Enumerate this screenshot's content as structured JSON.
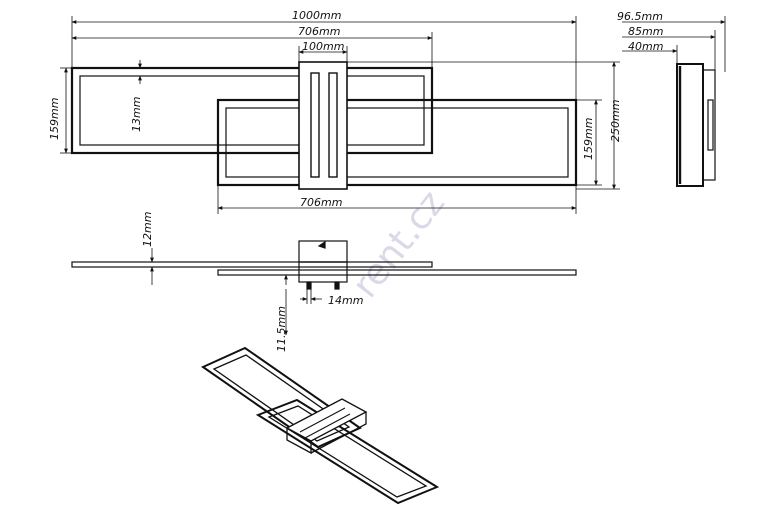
{
  "dimensions": {
    "total_width": "1000mm",
    "bar_width_top": "706mm",
    "mount_width": "100mm",
    "bar_width_bottom": "706mm",
    "frame_height": "159mm",
    "frame_height_right": "159mm",
    "frame_thickness": "13mm",
    "overall_height": "250mm",
    "side_depth_total": "96.5mm",
    "side_depth_mid": "85mm",
    "side_depth_base": "40mm",
    "front_profile": "12mm",
    "front_gap": "11.5mm",
    "front_mount": "14mm"
  },
  "watermark": "rent.cz",
  "colors": {
    "line": "#111111",
    "watermark": "#d9d9e8"
  }
}
